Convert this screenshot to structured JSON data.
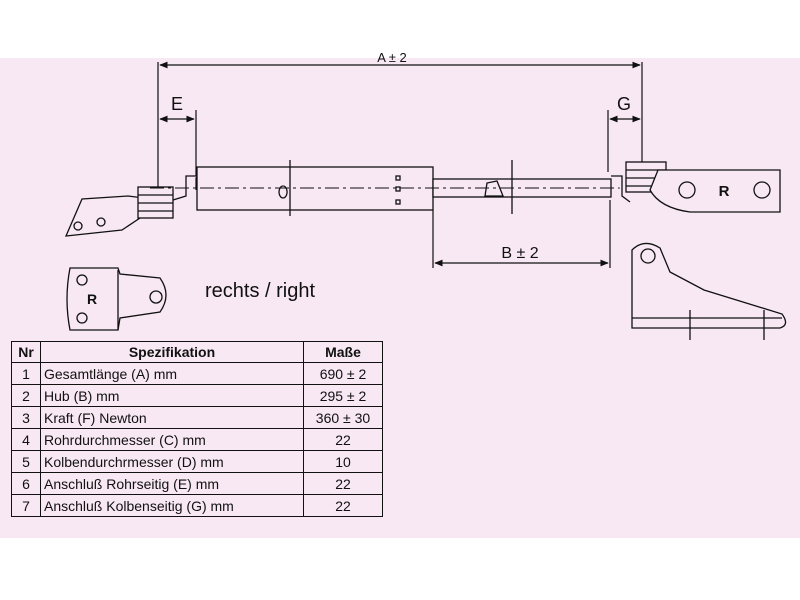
{
  "labels": {
    "dim_a": "A ± 2",
    "dim_e": "E",
    "dim_g": "G",
    "dim_b": "B ± 2",
    "bracket_r": "R",
    "caption": "rechts / right"
  },
  "table": {
    "headers": [
      "Nr",
      "Spezifikation",
      "Maße"
    ],
    "rows": [
      {
        "nr": "1",
        "spec": "Gesamtlänge (A) mm",
        "value": "690 ± 2"
      },
      {
        "nr": "2",
        "spec": "Hub (B)  mm",
        "value": "295 ± 2"
      },
      {
        "nr": "3",
        "spec": "Kraft (F) Newton",
        "value": "360 ± 30"
      },
      {
        "nr": "4",
        "spec": "Rohrdurchmesser (C) mm",
        "value": "22"
      },
      {
        "nr": "5",
        "spec": "Kolbendurchrmesser (D) mm",
        "value": "10"
      },
      {
        "nr": "6",
        "spec": "Anschluß Rohrseitig (E) mm",
        "value": "22"
      },
      {
        "nr": "7",
        "spec": "Anschluß Kolbenseitig (G) mm",
        "value": "22"
      }
    ]
  },
  "colors": {
    "background_band": "#f7e8f3",
    "line": "#111111"
  }
}
